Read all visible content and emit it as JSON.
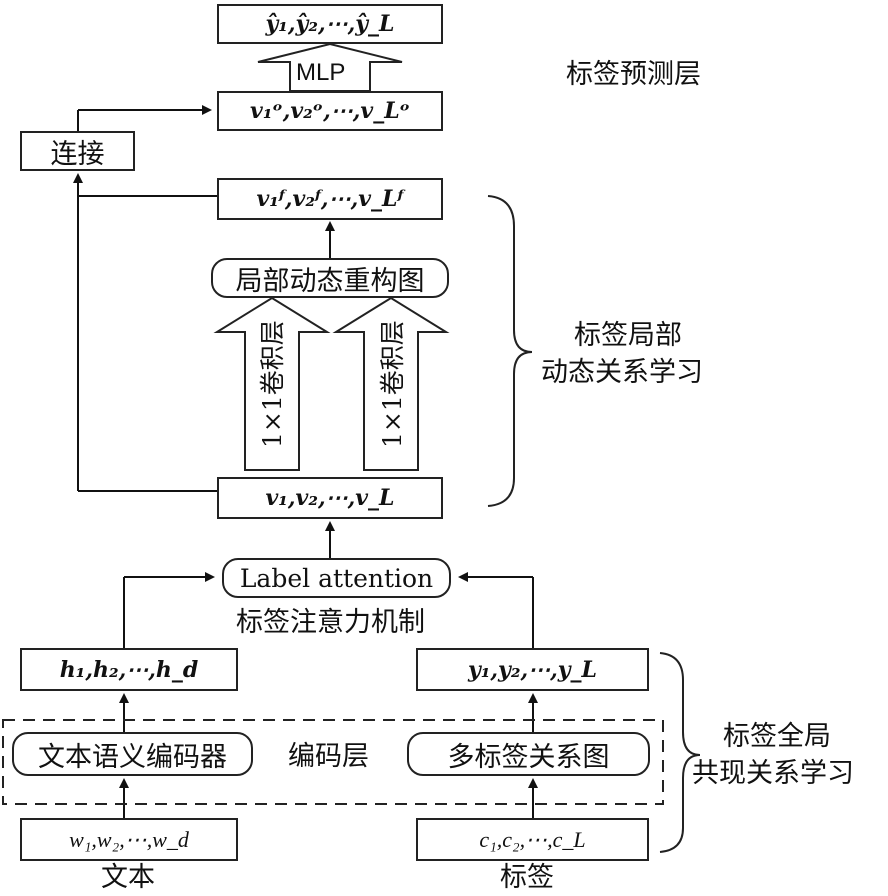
{
  "output": {
    "yhat": "ŷ₁,ŷ₂,⋯,ŷ_L"
  },
  "mlp": "MLP",
  "v_o": "v₁ᵒ,v₂ᵒ,⋯,v_Lᵒ",
  "concat": "连接",
  "v_f": "v₁ᶠ,v₂ᶠ,⋯,v_Lᶠ",
  "local_graph": "局部动态重构图",
  "conv_left": "1×1卷积层",
  "conv_right": "1×1卷积层",
  "v": "v₁,v₂,⋯,v_L",
  "label_attention": "Label attention",
  "attention_mechanism": "标签注意力机制",
  "h": "h₁,h₂,⋯,h_d",
  "y": "y₁,y₂,⋯,y_L",
  "text_encoder": "文本语义编码器",
  "encoding_layer": "编码层",
  "label_graph": "多标签关系图",
  "w": "w₁,w₂,⋯,w_d",
  "c": "c₁,c₂,⋯,c_L",
  "text_input": "文本",
  "label_input": "标签",
  "side_labels": {
    "prediction": "标签预测层",
    "local": [
      "标签局部",
      "动态关系学习"
    ],
    "global": [
      "标签全局",
      "共现关系学习"
    ]
  }
}
